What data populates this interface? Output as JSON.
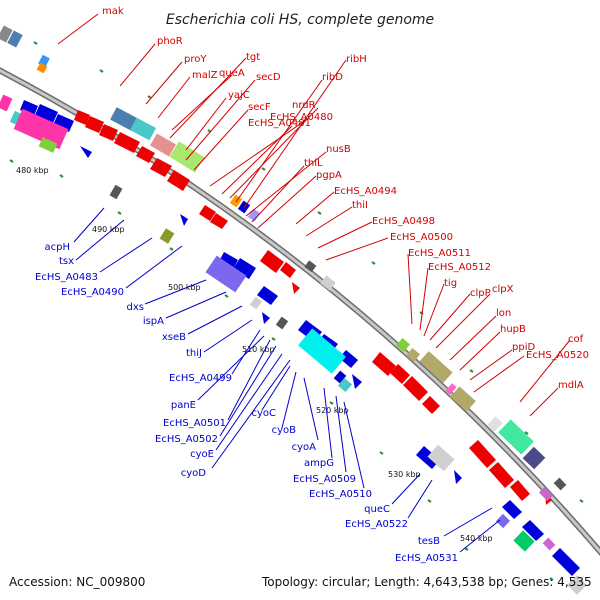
{
  "title": "Escherichia coli HS, complete genome",
  "footer": {
    "accession": "Accession: NC_009800",
    "summary": "Topology: circular; Length: 4,643,538 bp; Genes: 4,535"
  },
  "kbp_labels": [
    "480 kbp",
    "490 kbp",
    "500 kbp",
    "510 kbp",
    "520 kbp",
    "530 kbp",
    "540 kbp"
  ],
  "outer_labels": [
    "mak",
    "phoR",
    "proY",
    "malZ",
    "queA",
    "tgt",
    "yajC",
    "secD",
    "secF",
    "EcHS_A0480",
    "EcHS_A0481",
    "nrdR",
    "ribD",
    "ribH",
    "nusB",
    "thiL",
    "pgpA",
    "EcHS_A0494",
    "thiI",
    "EcHS_A0498",
    "EcHS_A0500",
    "EcHS_A0511",
    "EcHS_A0512",
    "tig",
    "clpP",
    "clpX",
    "lon",
    "hupB",
    "ppiD",
    "EcHS_A0520",
    "cof",
    "mdlA"
  ],
  "inner_labels": [
    "acpH",
    "tsx",
    "EcHS_A0483",
    "EcHS_A0490",
    "dxs",
    "ispA",
    "xseB",
    "thiJ",
    "EcHS_A0499",
    "panE",
    "EcHS_A0501",
    "EcHS_A0502",
    "cyoE",
    "cyoD",
    "cyoC",
    "cyoB",
    "cyoA",
    "ampG",
    "EcHS_A0509",
    "EcHS_A0510",
    "queC",
    "EcHS_A0522",
    "tesB",
    "EcHS_A0531"
  ],
  "colors": {
    "forward_gene": "#ee0000",
    "reverse_gene": "#0000dd",
    "outer_label": "#d40000",
    "inner_label": "#0000cc",
    "backbone": "#888888",
    "tick": "#2e8b2e"
  }
}
